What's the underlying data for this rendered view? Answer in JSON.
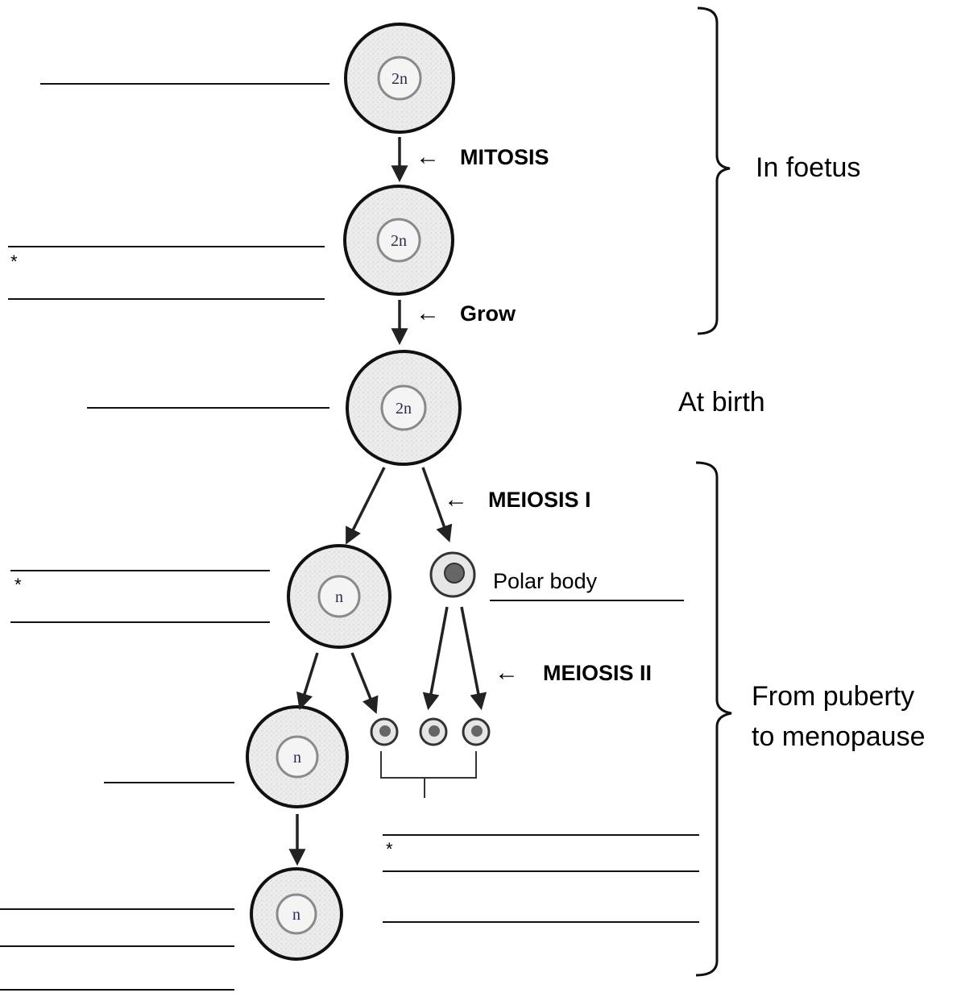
{
  "cells": {
    "oogonium": {
      "ploidy": "2n"
    },
    "primary_foetus": {
      "ploidy": "2n"
    },
    "primary_birth": {
      "ploidy": "2n"
    },
    "secondary": {
      "ploidy": "n"
    },
    "ootid": {
      "ploidy": "n"
    },
    "ovum": {
      "ploidy": "n"
    }
  },
  "processes": {
    "mitosis": "MITOSIS",
    "grow": "Grow",
    "meiosis_1": "MEIOSIS I",
    "meiosis_2": "MEIOSIS II"
  },
  "labels": {
    "polar_body": "Polar body",
    "at_birth": "At birth",
    "in_foetus": "In foetus",
    "puberty_line1": "From puberty",
    "puberty_line2": "to menopause",
    "arrow_glyph": "←",
    "asterisk": "*"
  }
}
